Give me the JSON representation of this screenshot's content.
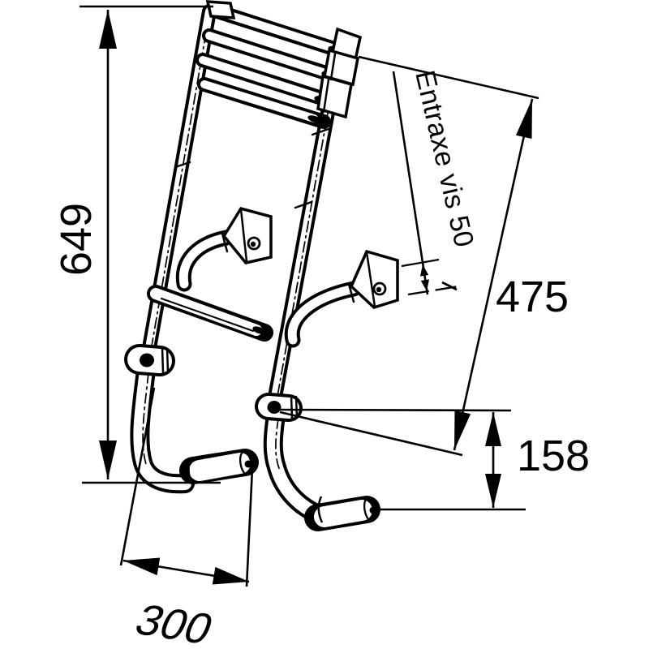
{
  "page": {
    "background": "#ffffff"
  },
  "drawing": {
    "stroke_color": "#000000",
    "fill_color": "#ffffff"
  },
  "dimensions": {
    "overall_height": "649",
    "upper_section": "475",
    "lower_drop": "158",
    "hook_depth": "300",
    "screw_spacing": "Entraxe vis 50"
  }
}
